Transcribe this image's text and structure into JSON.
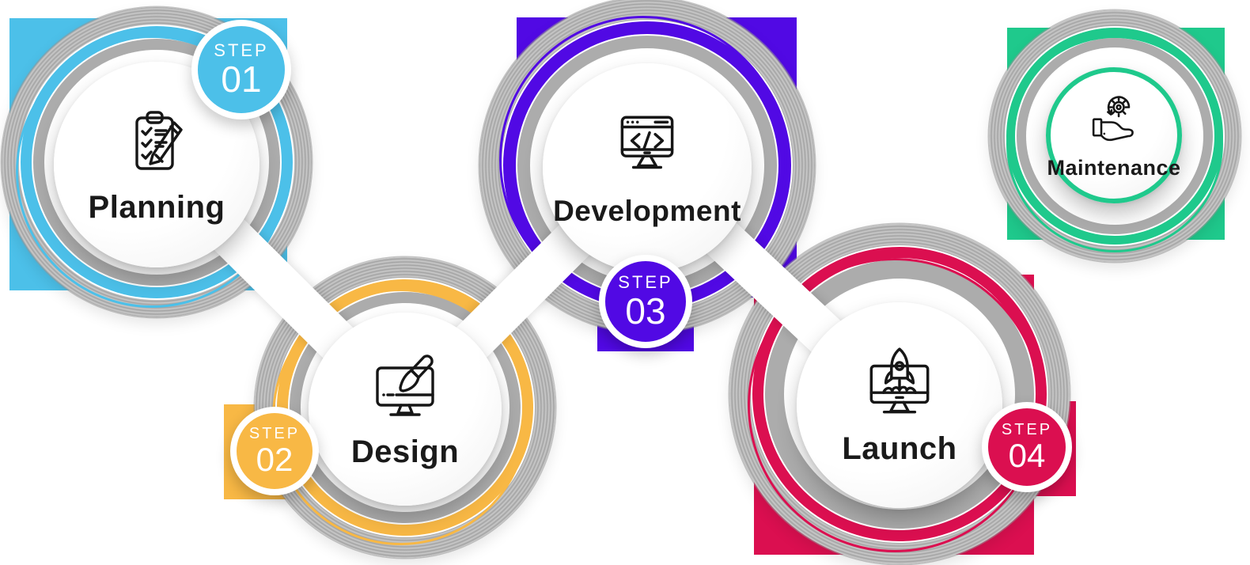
{
  "diagram": {
    "steps": [
      {
        "id": "planning",
        "label": "Planning",
        "badge": {
          "word": "STEP",
          "number": "01"
        },
        "color": "#4CC0E9",
        "icon": "clipboard-checklist-icon"
      },
      {
        "id": "design",
        "label": "Design",
        "badge": {
          "word": "STEP",
          "number": "02"
        },
        "color": "#F8B845",
        "icon": "monitor-paintbrush-icon"
      },
      {
        "id": "development",
        "label": "Development",
        "badge": {
          "word": "STEP",
          "number": "03"
        },
        "color": "#5109E4",
        "icon": "monitor-code-icon"
      },
      {
        "id": "launch",
        "label": "Launch",
        "badge": {
          "word": "STEP",
          "number": "04"
        },
        "color": "#DB0F50",
        "icon": "monitor-rocket-icon"
      },
      {
        "id": "maintenance",
        "label": "Maintenance",
        "color": "#1FC98C",
        "icon": "hand-holding-gear-icon"
      }
    ],
    "colors": {
      "ring_gray": "#ACACAC",
      "texture_gray": "#A2A2A2",
      "label_text": "#1A1A1A",
      "badge_text": "#FFFFFF",
      "background": "#FFFFFF"
    }
  }
}
